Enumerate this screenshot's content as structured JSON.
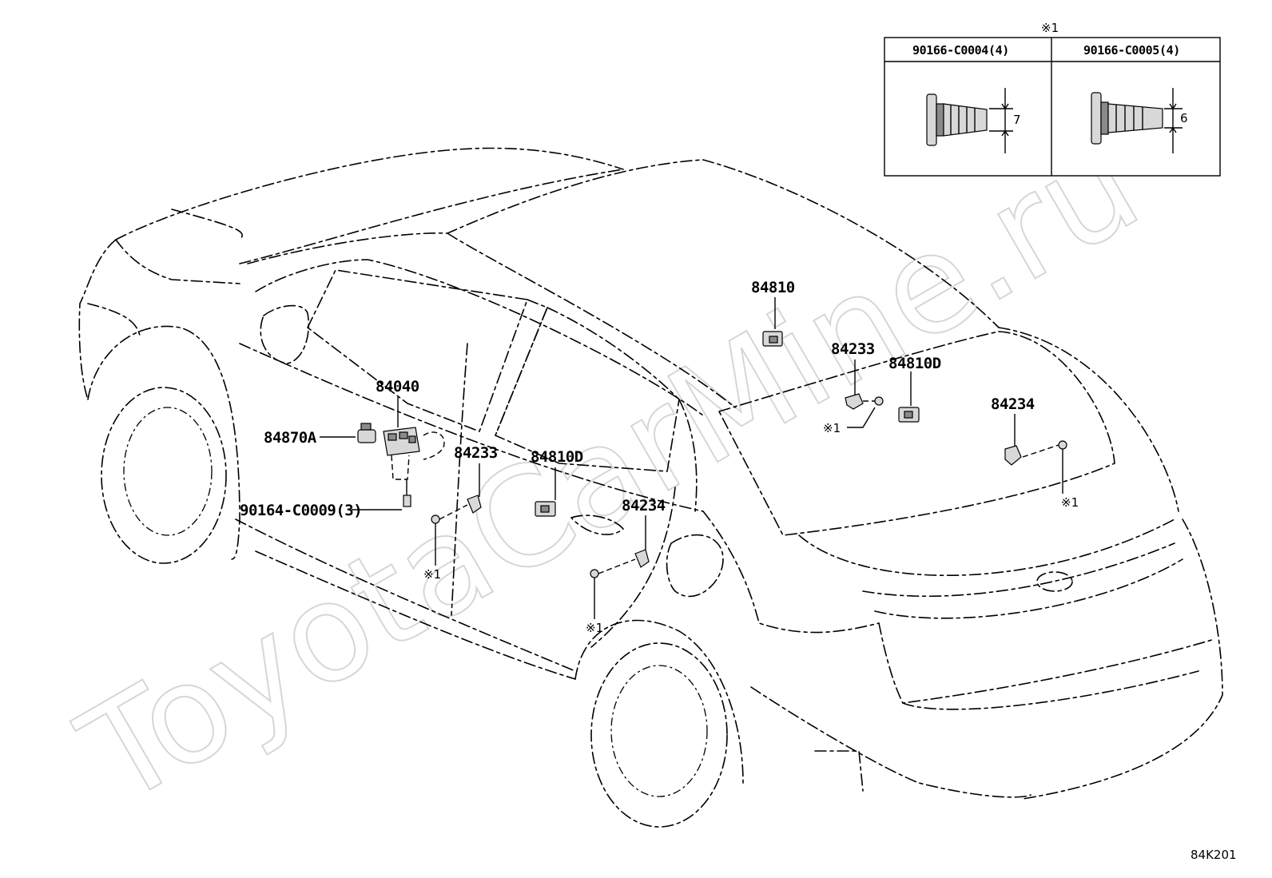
{
  "watermark": "ToyotaCarMine.ru",
  "figure_ref": "84K201",
  "callouts": {
    "p84810_top": "84810",
    "p84233_rear": "84233",
    "p84810D_rear": "84810D",
    "p84234_rear": "84234",
    "p84040": "84040",
    "p84870A": "84870A",
    "p84233_front": "84233",
    "p84810D_front": "84810D",
    "p84234_front": "84234",
    "p90164": "90164-C0009(3)"
  },
  "notes": {
    "n1_rear_84233": "※1",
    "n1_rear_84234": "※1",
    "n1_front_84233": "※1",
    "n1_front_84234": "※1"
  },
  "inset_table": {
    "title": "※1",
    "col1_header": "90166-C0004(4)",
    "col2_header": "90166-C0005(4)",
    "col1_dim": "7",
    "col2_dim": "6"
  }
}
